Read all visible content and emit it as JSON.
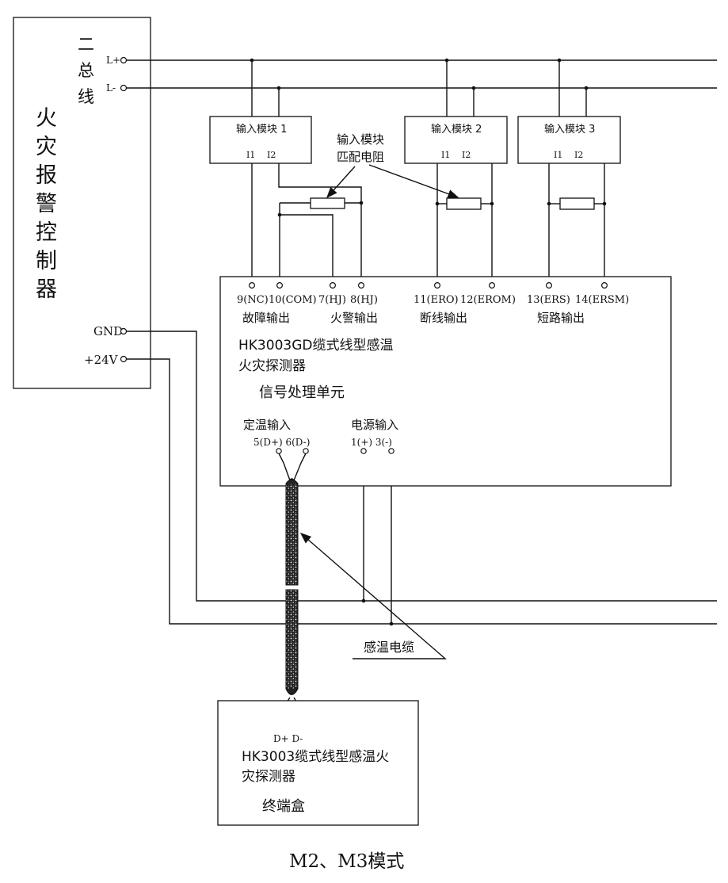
{
  "controller": {
    "title_chars": [
      "火",
      "灾",
      "报",
      "警",
      "控",
      "制",
      "器"
    ],
    "bus_chars": [
      "二",
      "总",
      "线"
    ],
    "l_plus": "L+",
    "l_minus": "L-",
    "gnd": "GND",
    "v24": "+24V"
  },
  "modules": [
    {
      "title": "输入模块 1",
      "i1": "I1",
      "i2": "I2"
    },
    {
      "title": "输入模块 2",
      "i1": "I1",
      "i2": "I2"
    },
    {
      "title": "输入模块 3",
      "i1": "I1",
      "i2": "I2"
    }
  ],
  "resistor_note": {
    "line1": "输入模块",
    "line2": "匹配电阻"
  },
  "processor": {
    "terminals": {
      "t9": "9(NC)",
      "t10": "10(COM)",
      "t7": "7(HJ)",
      "t8": "8(HJ)",
      "t11": "11(ERO)",
      "t12": "12(EROM)",
      "t13": "13(ERS)",
      "t14": "14(ERSM)"
    },
    "outputs": {
      "fault": "故障输出",
      "fire": "火警输出",
      "break": "断线输出",
      "short": "短路输出"
    },
    "title1": "HK3003GD缆式线型感温",
    "title2": "火灾探测器",
    "title3": "信号处理单元",
    "fixed_temp_input": "定温输入",
    "fixed_temp_terms": "5(D+) 6(D-)",
    "power_input": "电源输入",
    "power_terms": "1(+) 3(-)"
  },
  "cable_label": "感温电缆",
  "end_box": {
    "terms": "D+ D-",
    "title1": "HK3003缆式线型感温火",
    "title2": "灾探测器",
    "title3": "终端盒"
  },
  "caption": "M2、M3模式"
}
